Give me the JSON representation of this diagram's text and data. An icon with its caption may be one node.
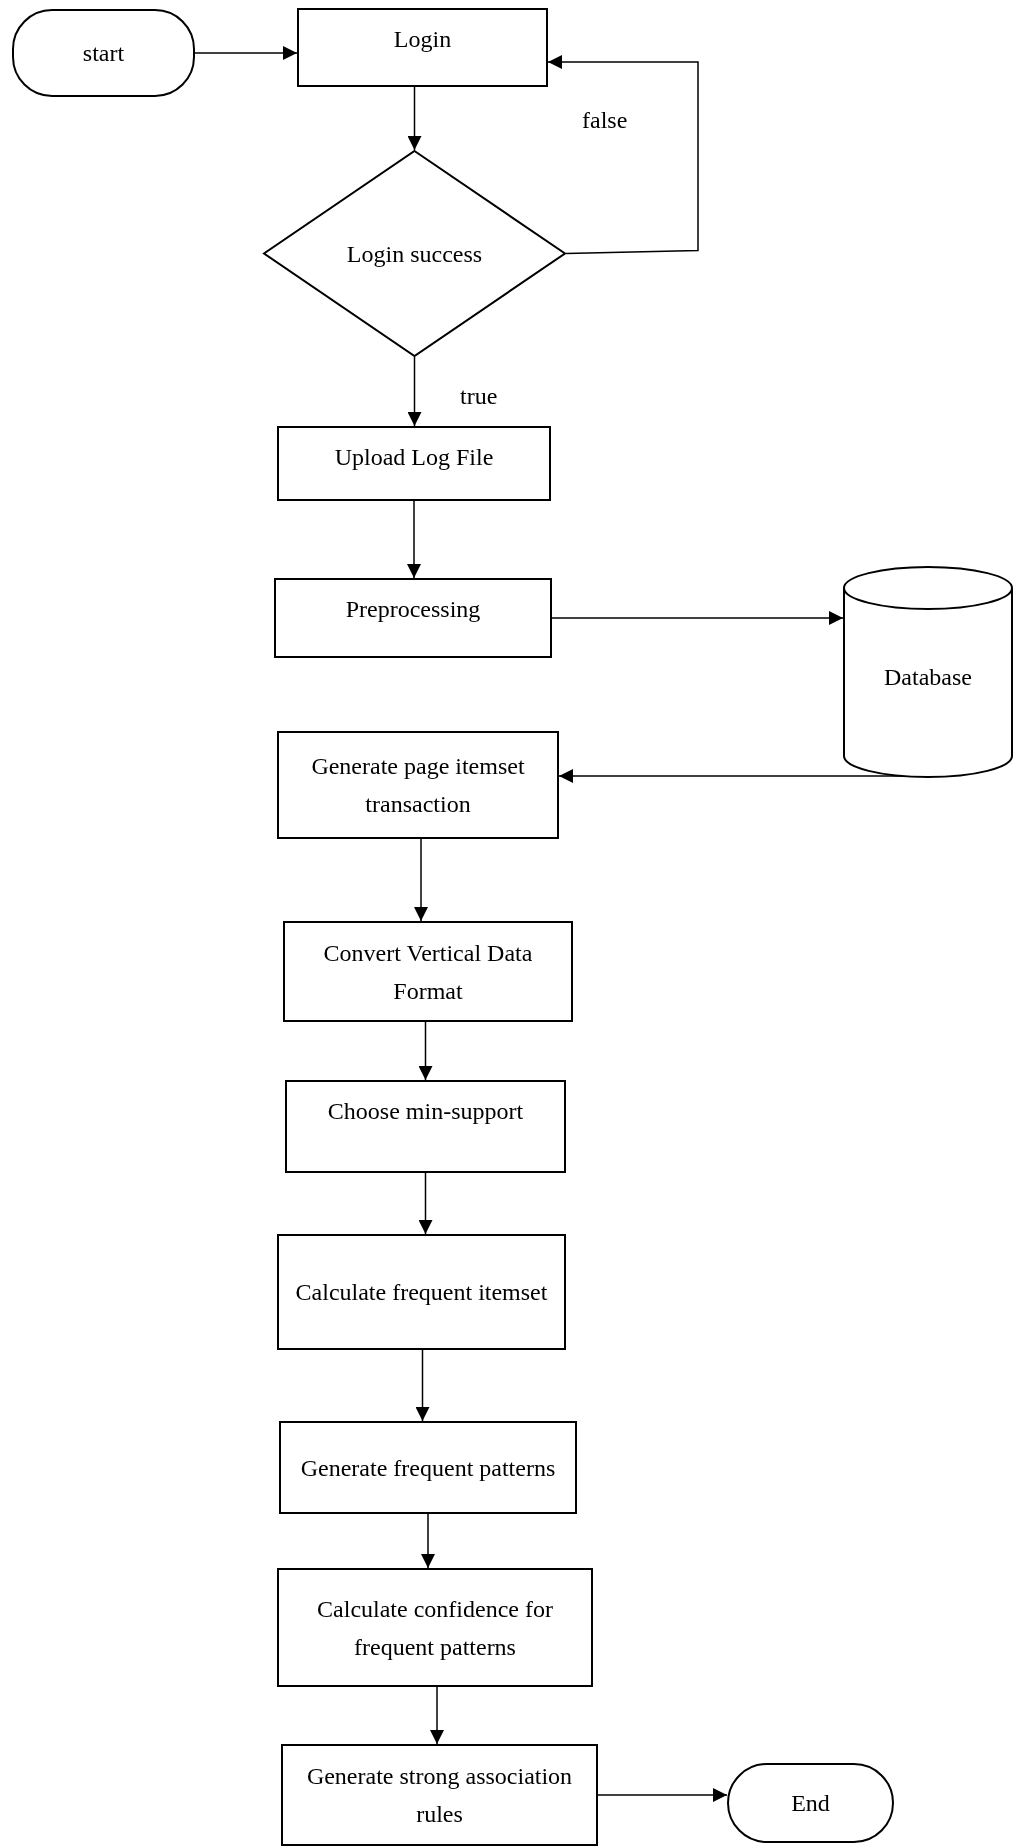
{
  "diagram": {
    "nodes": [
      {
        "text": [
          "start"
        ]
      },
      {
        "text": [
          "Login"
        ]
      },
      {
        "text": [
          "Login success"
        ]
      },
      {
        "text": [
          "Upload Log File"
        ]
      },
      {
        "text": [
          "Preprocessing"
        ]
      },
      {
        "text": [
          "Database"
        ]
      },
      {
        "text": [
          "Generate page itemset transaction"
        ]
      },
      {
        "text": [
          "Convert Vertical Data Format"
        ]
      },
      {
        "text": [
          "Choose min-support"
        ]
      },
      {
        "text": [
          "Calculate frequent itemset"
        ]
      },
      {
        "text": [
          "Generate frequent patterns"
        ]
      },
      {
        "text": [
          "Calculate confidence for frequent patterns"
        ]
      },
      {
        "text": [
          "Generate strong association rules"
        ]
      },
      {
        "text": [
          "End"
        ]
      }
    ],
    "edges": [
      {
        "from": 0,
        "to": 1,
        "arrow": "to"
      },
      {
        "from": 1,
        "to": 2,
        "arrow": "to"
      },
      {
        "from": 2,
        "to": 1,
        "arrow": "to",
        "label": "false"
      },
      {
        "from": 2,
        "to": 3,
        "arrow": "to",
        "label": "true"
      },
      {
        "from": 3,
        "to": 4,
        "arrow": "to"
      },
      {
        "from": 4,
        "to": 5,
        "arrow": "to"
      },
      {
        "from": 5,
        "to": 6,
        "arrow": "to"
      },
      {
        "from": 6,
        "to": 7,
        "arrow": "to"
      },
      {
        "from": 7,
        "to": 8,
        "arrow": "to"
      },
      {
        "from": 8,
        "to": 9,
        "arrow": "to"
      },
      {
        "from": 9,
        "to": 10,
        "arrow": "to"
      },
      {
        "from": 10,
        "to": 11,
        "arrow": "to"
      },
      {
        "from": 11,
        "to": 12,
        "arrow": "to"
      },
      {
        "from": 12,
        "to": 13,
        "arrow": "to"
      }
    ]
  }
}
